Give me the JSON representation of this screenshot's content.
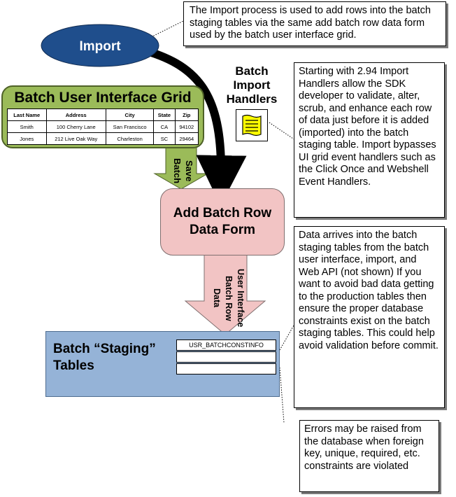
{
  "notes": {
    "import_note": "The Import process is used to add rows into the batch staging tables via the same add batch row data form used by the batch user interface grid.",
    "handlers_note": "Starting with 2.94 Import Handlers allow the SDK developer to validate, alter, scrub, and enhance each row of data just before it is added (imported) into the batch staging table.  Import bypasses UI grid event handlers such as the Click Once and Webshell Event Handlers.",
    "staging_note": "Data arrives into the batch staging tables from the batch user interface, import, and Web API (not shown)  If you want to avoid bad data getting to the production tables then ensure the proper database constraints exist on the batch staging tables.  This could help avoid validation before commit.",
    "errors_note": "Errors may be raised from the database when foreign key, unique, required, etc. constraints are violated"
  },
  "import_label": "Import",
  "handlers_label": [
    "Batch",
    "Import",
    "Handlers"
  ],
  "grid": {
    "title": "Batch User Interface Grid",
    "columns": [
      "Last Name",
      "Address",
      "City",
      "State",
      "Zip"
    ],
    "rows": [
      [
        "Smith",
        "100 Cherry Lane",
        "San Francisco",
        "CA",
        "94102"
      ],
      [
        "Jones",
        "212 Live Oak Way",
        "Charleston",
        "SC",
        "29464"
      ]
    ]
  },
  "save_batch_label": [
    "Save",
    "Batch"
  ],
  "form_label": "Add Batch Row Data Form",
  "ui_arrow_label": [
    "User Interface",
    "Batch Row",
    "Data"
  ],
  "staging": {
    "title_line1": "Batch “Staging”",
    "title_line2": "Tables",
    "table_rows": [
      "USR_BATCHCONSTINFO",
      "",
      ""
    ]
  },
  "colors": {
    "import_ellipse": "#1f4e8c",
    "grid_fill": "#9bbb59",
    "form_fill": "#f2c4c4",
    "staging_fill": "#95b3d7",
    "handler_icon": "#ffff00"
  },
  "icons": {
    "handler": "scroll-icon"
  }
}
